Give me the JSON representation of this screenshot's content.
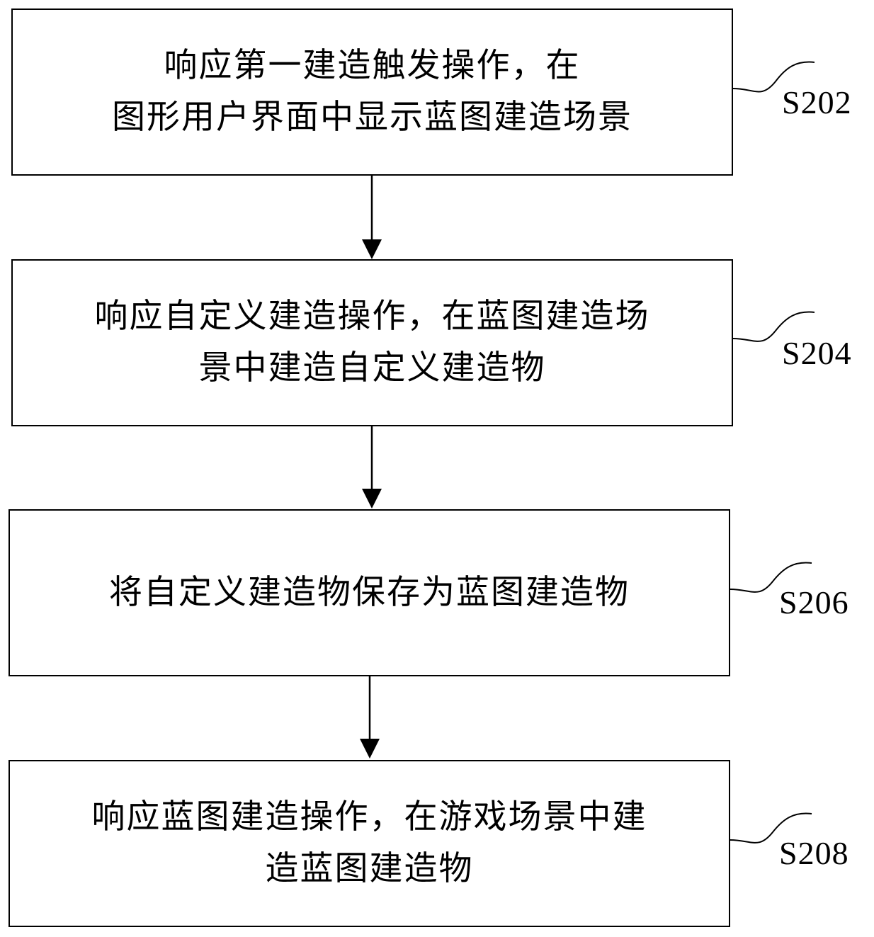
{
  "steps": [
    {
      "id": "S202",
      "lines": [
        "响应第一建造触发操作，在",
        "图形用户界面中显示蓝图建造场景"
      ]
    },
    {
      "id": "S204",
      "lines": [
        "响应自定义建造操作，在蓝图建造场",
        "景中建造自定义建造物"
      ]
    },
    {
      "id": "S206",
      "lines": [
        "将自定义建造物保存为蓝图建造物"
      ]
    },
    {
      "id": "S208",
      "lines": [
        "响应蓝图建造操作，在游戏场景中建",
        "造蓝图建造物"
      ]
    }
  ],
  "colors": {
    "stroke": "#000000",
    "background": "#ffffff"
  }
}
